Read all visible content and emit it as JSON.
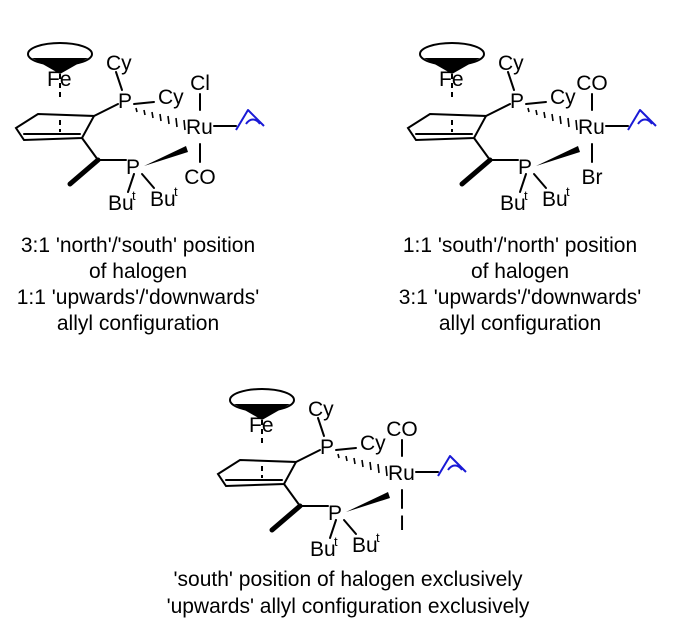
{
  "structures": [
    {
      "labels": {
        "fe": "Fe",
        "cy1": "Cy",
        "cy2": "Cy",
        "p1": "P",
        "p2": "P",
        "ru": "Ru",
        "top": "Cl",
        "bottom": "CO",
        "but1": "Bu",
        "but2": "Bu",
        "t": "t"
      },
      "caption": [
        "3:1 'north'/'south' position",
        "of halogen",
        "1:1 'upwards'/'downwards'",
        "allyl configuration"
      ]
    },
    {
      "labels": {
        "fe": "Fe",
        "cy1": "Cy",
        "cy2": "Cy",
        "p1": "P",
        "p2": "P",
        "ru": "Ru",
        "top": "CO",
        "bottom": "Br",
        "but1": "Bu",
        "but2": "Bu",
        "t": "t"
      },
      "caption": [
        "1:1 'south'/'north' position",
        "of halogen",
        "3:1 'upwards'/'downwards'",
        "allyl configuration"
      ]
    },
    {
      "labels": {
        "fe": "Fe",
        "cy1": "Cy",
        "cy2": "Cy",
        "p1": "P",
        "p2": "P",
        "ru": "Ru",
        "top": "CO",
        "bottom": "I",
        "but1": "Bu",
        "but2": "Bu",
        "t": "t"
      },
      "caption": [
        "'south' position of halogen exclusively",
        "'upwards' allyl configuration exclusively"
      ]
    }
  ],
  "colors": {
    "allyl": "#1a1ad6",
    "ink": "#000000"
  }
}
